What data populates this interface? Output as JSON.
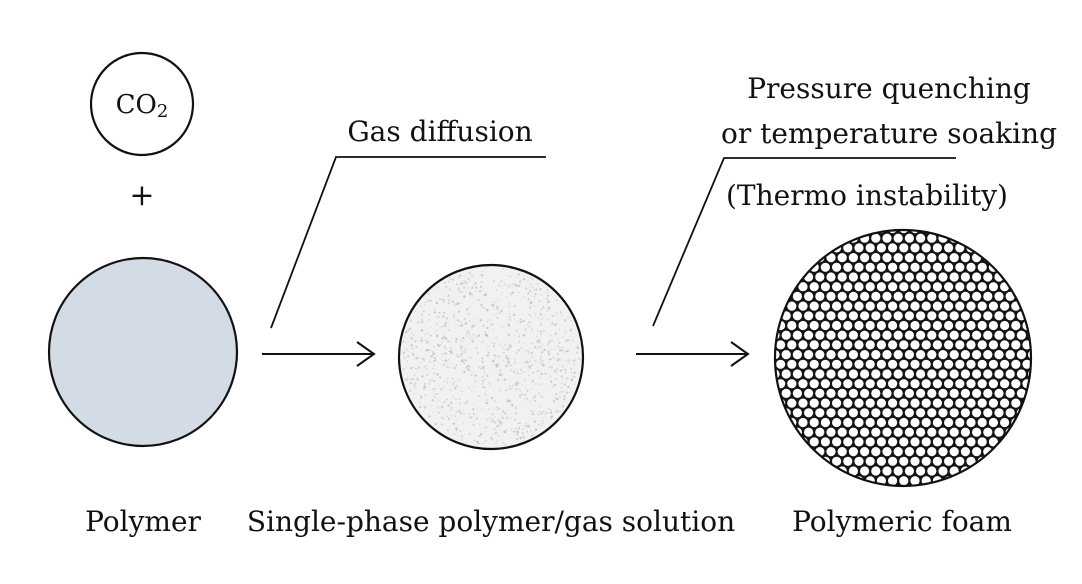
{
  "inputs": {
    "gas": {
      "text": "CO",
      "subscript": "2"
    },
    "plus": "+",
    "polymer_label": "Polymer"
  },
  "steps": {
    "step1": {
      "label": "Gas diffusion"
    },
    "step2": {
      "line1": "Pressure quenching",
      "line2": "or temperature soaking",
      "line3": "(Thermo instability)"
    }
  },
  "stages": {
    "solution_label": "Single-phase polymer/gas solution",
    "foam_label": "Polymeric foam"
  },
  "colors": {
    "stroke": "#111111",
    "polymer_fill": "#d3dce5",
    "solution_fill": "#f1f1f1",
    "foam_fill": "#141414",
    "bubble_fill": "#ffffff"
  }
}
